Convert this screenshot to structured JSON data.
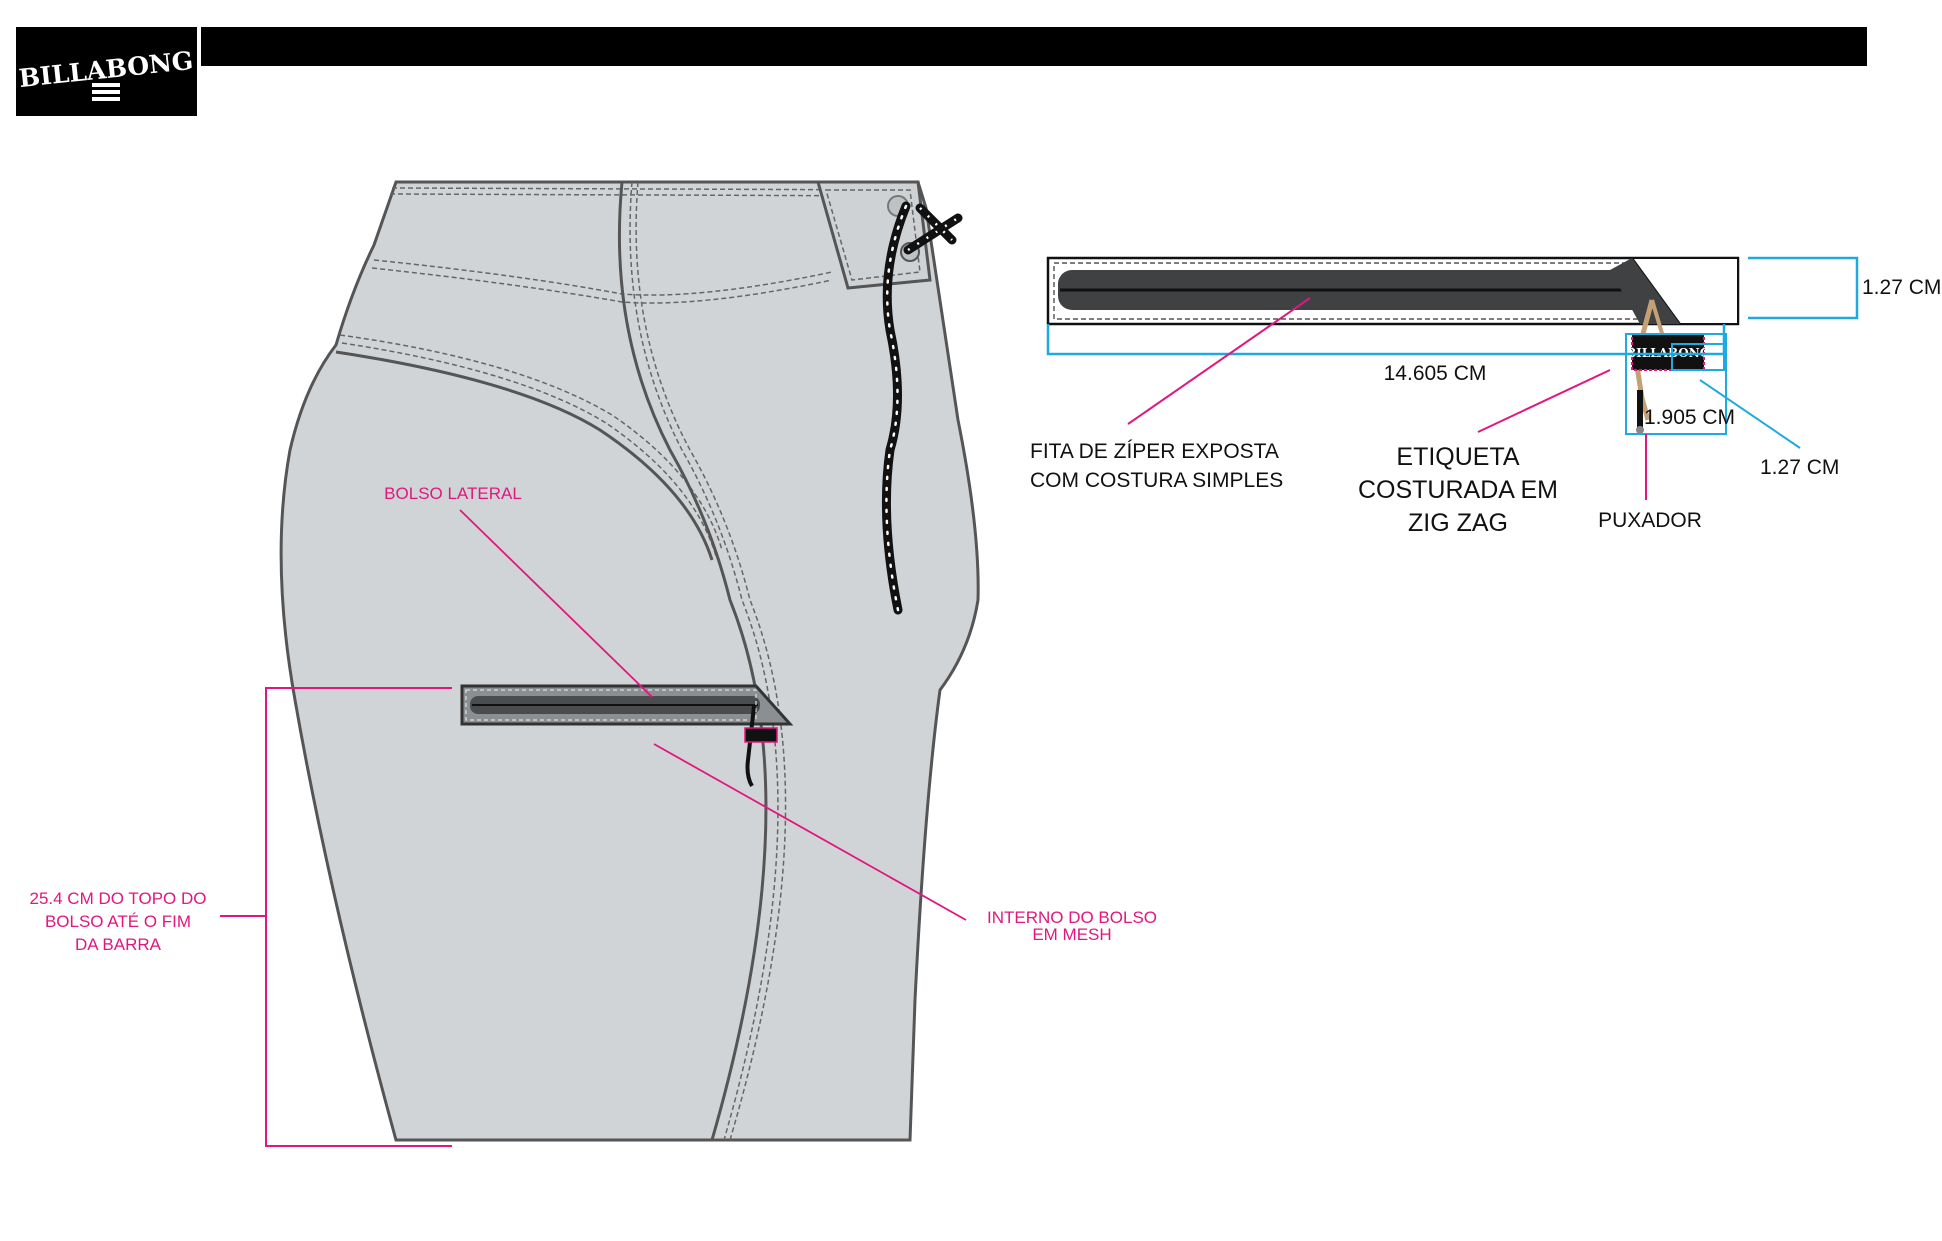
{
  "brand": {
    "logo_text": "BILLABONG",
    "colors": {
      "header_bar": "#000000",
      "garment_fill": "#d1d4d6",
      "callout_line": "#e0177f",
      "dimension_line": "#1fa9e1"
    }
  },
  "callouts": {
    "bolso_lateral": "BOLSO LATERAL",
    "interno_line1": "INTERNO DO BOLSO",
    "interno_line2": "EM MESH",
    "measure_line1": "25.4 CM DO  TOPO DO",
    "measure_line2": "BOLSO ATÉ O FIM",
    "measure_line3": "DA BARRA"
  },
  "detail": {
    "height_dim": "1.27 CM",
    "length_dim": "14.605 CM",
    "label_dim": "1.905 CM",
    "label_height_dim": "1.27 CM",
    "fita_line1": "FITA DE ZÍPER EXPOSTA",
    "fita_line2": "COM COSTURA SIMPLES",
    "etiqueta_line1": "ETIQUETA",
    "etiqueta_line2": "COSTURADA EM",
    "etiqueta_line3": "ZIG ZAG",
    "puxador": "PUXADOR"
  }
}
